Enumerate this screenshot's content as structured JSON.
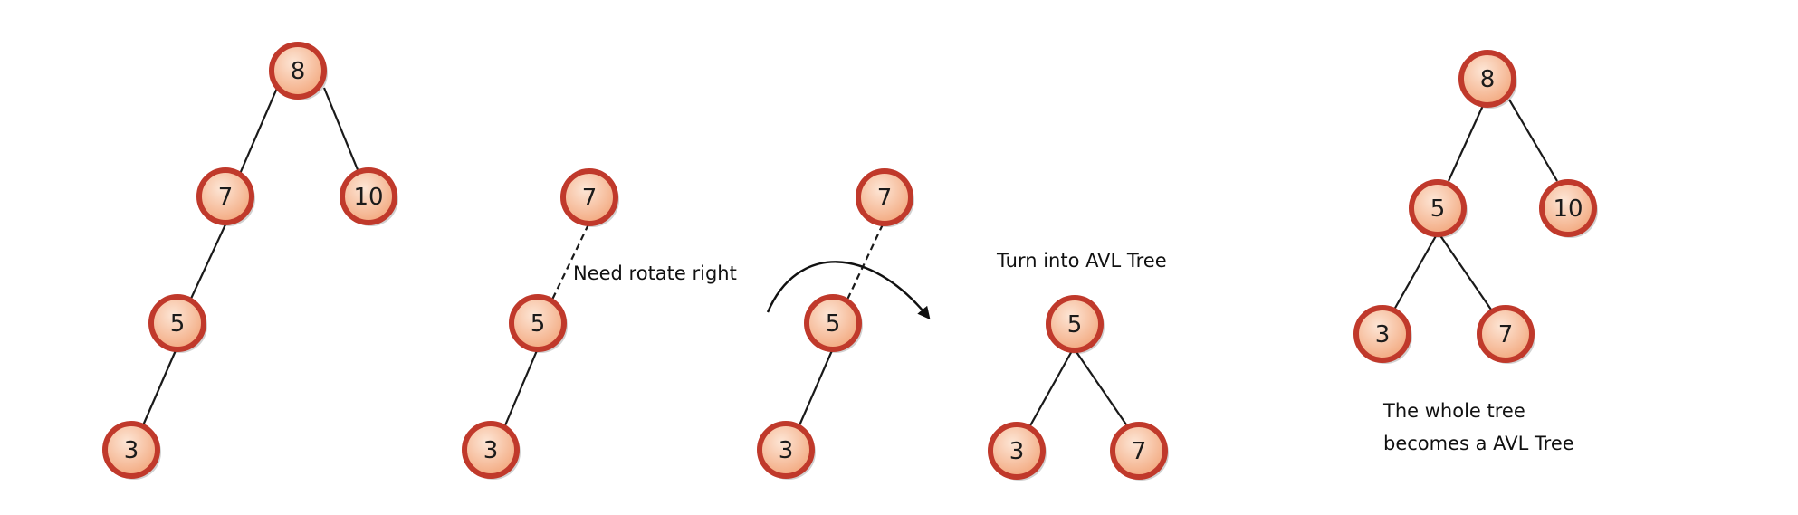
{
  "nodes": {
    "t1_root": "8",
    "t1_left": "7",
    "t1_right": "10",
    "t1_left_left": "5",
    "t1_left_left_left": "3",
    "t2_top": "7",
    "t2_mid": "5",
    "t2_bottom": "3",
    "t3_top": "7",
    "t3_mid": "5",
    "t3_bottom": "3",
    "t4_root": "5",
    "t4_left": "3",
    "t4_right": "7",
    "t5_root": "8",
    "t5_left": "5",
    "t5_right": "10",
    "t5_left_left": "3",
    "t5_left_right": "7"
  },
  "labels": {
    "need_rotate": "Need rotate right",
    "turn_into": "Turn into AVL Tree",
    "whole_tree_line1": "The whole tree",
    "whole_tree_line2": "becomes a AVL Tree"
  },
  "colors": {
    "node_border": "#c0392b",
    "node_fill_light": "#fde6d6",
    "node_fill_dark": "#f2a57a",
    "edge": "#1a1a1a"
  }
}
